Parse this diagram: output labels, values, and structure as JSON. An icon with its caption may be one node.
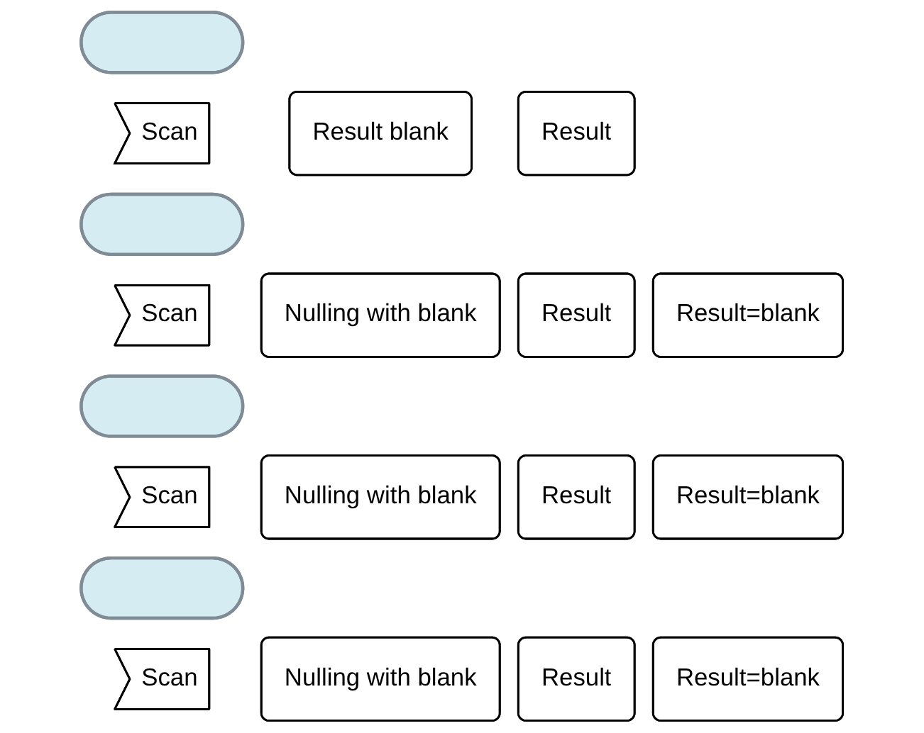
{
  "diagram": {
    "nodes": [
      {
        "text": [],
        "shape": "ellipse"
      },
      {
        "text": [
          "Scan"
        ]
      },
      {
        "text": [
          "Result blank"
        ]
      },
      {
        "text": [
          "Result"
        ]
      },
      {
        "text": [],
        "shape": "ellipse"
      },
      {
        "text": [
          "Scan"
        ]
      },
      {
        "text": [
          "Nulling with blank"
        ]
      },
      {
        "text": [
          "Result"
        ]
      },
      {
        "text": [
          "Result=blank"
        ]
      },
      {
        "text": [],
        "shape": "ellipse"
      },
      {
        "text": [
          "Scan"
        ]
      },
      {
        "text": [
          "Nulling with blank"
        ]
      },
      {
        "text": [
          "Result"
        ]
      },
      {
        "text": [
          "Result=blank"
        ]
      },
      {
        "text": [],
        "shape": "ellipse"
      },
      {
        "text": [
          "Scan"
        ]
      },
      {
        "text": [
          "Nulling with blank"
        ]
      },
      {
        "text": [
          "Result"
        ]
      },
      {
        "text": [
          "Result=blank"
        ]
      }
    ],
    "edges": []
  }
}
